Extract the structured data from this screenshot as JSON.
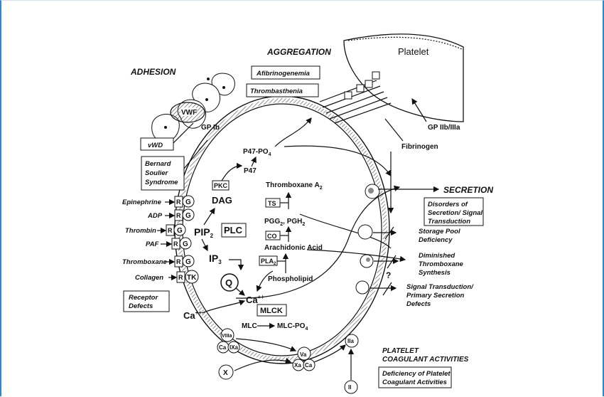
{
  "headers": {
    "adhesion": "ADHESION",
    "aggregation": "AGGREGATION",
    "secretion": "SECRETION",
    "coagulant_line1": "PLATELET",
    "coagulant_line2": "COAGULANT ACTIVITIES"
  },
  "labels": {
    "platelet": "Platelet",
    "gp_iib_iiia": "GP IIb/IIIa",
    "fibrinogen": "Fibrinogen",
    "vwf": "VWF",
    "gp_ib": "GP Ib",
    "p47_po4": "P47-PO",
    "p47_po4_sub": "4",
    "p47": "P47",
    "pkc": "PKC",
    "dag": "DAG",
    "thromboxane_a2": "Thromboxane A",
    "thromboxane_a2_sub": "2",
    "ts": "TS",
    "pgg2": "PGG",
    "pgg2_sub": "2",
    "pgh2": ", PGH",
    "pgh2_sub": "2",
    "co": "CO",
    "plc": "PLC",
    "pip2": "PIP",
    "pip2_sub": "2",
    "ip3": "IP",
    "ip3_sub": "3",
    "arachidonic_acid": "Arachidonic Acid",
    "pla2": "PLA",
    "pla2_sub": "2",
    "phospholipid": "Phospholipid",
    "ca_inner": "Ca",
    "ca_inner_sup": "++",
    "ca_outer": "Ca",
    "ca_outer_sup": "++",
    "mlck": "MLCK",
    "mlc": "MLC",
    "mlc_po4": "MLC-PO",
    "mlc_po4_sub": "4",
    "viiia": "VIIIa",
    "ca1": "Ca",
    "ixa": "IXa",
    "va": "Va",
    "xa": "Xa",
    "ca2": "Ca",
    "x": "X",
    "iia": "IIa",
    "ii": "II",
    "question": "?",
    "q": "Q"
  },
  "receptors": [
    {
      "agonist": "Epinephrine",
      "r": "R",
      "g": "G"
    },
    {
      "agonist": "ADP",
      "r": "R",
      "g": "G"
    },
    {
      "agonist": "Thrombin",
      "r": "R",
      "g": "G"
    },
    {
      "agonist": "PAF",
      "r": "R",
      "g": "G"
    },
    {
      "agonist": "Thromboxane",
      "r": "R",
      "g": "G"
    },
    {
      "agonist": "Collagen",
      "r": "R",
      "g": "TK"
    }
  ],
  "defect_boxes": {
    "afibrinogenemia": "Afibrinogenemia",
    "thrombasthenia": "Thrombasthenia",
    "vwd": "vWD",
    "bernard_1": "Bernard",
    "bernard_2": "Soulier",
    "bernard_3": "Syndrome",
    "receptor_1": "Receptor",
    "receptor_2": "Defects",
    "disorders_1": "Disorders of",
    "disorders_2": "Secretion/ Signal",
    "disorders_3": "Transduction",
    "deficiency_1": "Deficiency of Platelet",
    "deficiency_2": "Coagulant Activities"
  },
  "secretion_defects": {
    "storage_1": "Storage Pool",
    "storage_2": "Deficiency",
    "diminished_1": "Diminished",
    "diminished_2": "Thromboxane",
    "diminished_3": "Synthesis",
    "signal_1": "Signal Transduction/",
    "signal_2": "Primary Secretion",
    "signal_3": "Defects"
  }
}
